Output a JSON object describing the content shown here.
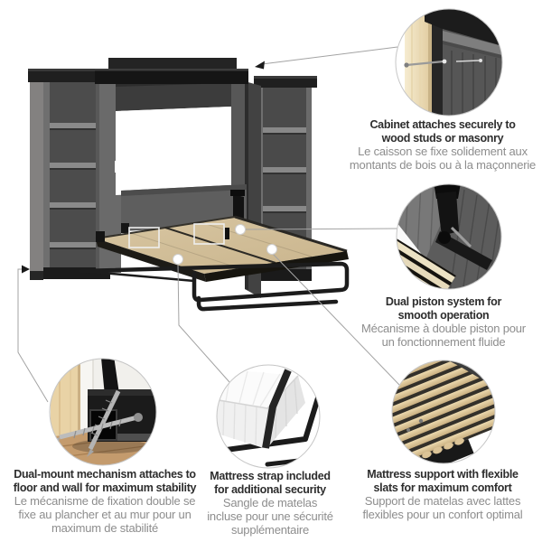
{
  "illustration": {
    "name": "queen-murphy-bed-open-with-two-bookcases",
    "colors": {
      "cabinet_gray": "#6f6f6f",
      "crown_black": "#1b1b1b",
      "bed_platform_tan": "#d2bf9a",
      "metal_frame_black": "#1c1c1c",
      "wood_stud_beige": "#eddcb6",
      "floor_tan": "#c49b6d",
      "callout_line_gray": "#a3a3a3",
      "circle_border_gray": "#c6c6c6",
      "en_text": "#2d2d2d",
      "fr_text": "#8d8d8d"
    }
  },
  "callouts": [
    {
      "id": "cabinet-attachment",
      "icon": "cabinet-wall-stud-detail-photo",
      "en": [
        "Cabinet attaches securely to",
        "wood studs or masonry"
      ],
      "fr": [
        "Le caisson se fixe solidement aux",
        "montants de bois ou à la maçonnerie"
      ]
    },
    {
      "id": "dual-piston",
      "icon": "piston-mechanism-detail-photo",
      "en": [
        "Dual piston system for",
        "smooth operation"
      ],
      "fr": [
        "Mécanisme à double piston pour",
        "un fonctionnement fluide"
      ]
    },
    {
      "id": "dual-mount",
      "icon": "floor-wall-mount-detail-photo",
      "en": [
        "Dual-mount mechanism attaches to",
        "floor and wall for maximum stability"
      ],
      "fr": [
        "Le mécanisme de fixation double se",
        "fixe au plancher et au mur pour un",
        "maximum de stabilité"
      ]
    },
    {
      "id": "mattress-strap",
      "icon": "mattress-strap-detail-photo",
      "en": [
        "Mattress strap included",
        "for additional security"
      ],
      "fr": [
        "Sangle de matelas",
        "incluse pour une sécurité",
        "supplémentaire"
      ]
    },
    {
      "id": "flexible-slats",
      "icon": "slat-support-detail-photo",
      "en": [
        "Mattress support with flexible",
        "slats for maximum comfort"
      ],
      "fr": [
        "Support de matelas avec lattes",
        "flexibles pour un confort optimal"
      ]
    }
  ]
}
